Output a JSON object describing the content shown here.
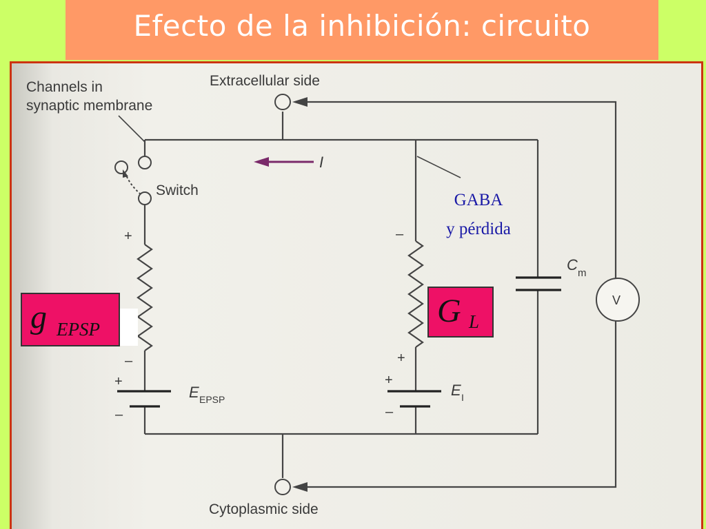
{
  "title": "Efecto de la inhibición: circuito",
  "diagram": {
    "labels": {
      "channels_line1": "Channels in",
      "channels_line2": "synaptic membrane",
      "extracellular": "Extracellular side",
      "cytoplasmic": "Cytoplasmic side",
      "switch": "Switch",
      "current": "I",
      "cm_main": "C",
      "cm_sub": "m",
      "voltmeter": "V",
      "e_epsp_main": "E",
      "e_epsp_sub": "EPSP",
      "e_i_main": "E",
      "e_i_sub": "I",
      "plus": "+",
      "minus": "–"
    },
    "annotations": {
      "gaba_line1": "GABA",
      "gaba_line2": "y pérdida",
      "g_epsp_main": "g",
      "g_epsp_sub": "EPSP",
      "g_l_main": "G",
      "g_l_sub": "L"
    },
    "colors": {
      "background": "#ccff66",
      "title_bar": "#ff9966",
      "frame_border": "#cc3311",
      "label_box": "#ee1166",
      "annotation_text": "#1a1aa6",
      "current_arrow": "#7a2a6a",
      "wire": "#444444"
    }
  }
}
